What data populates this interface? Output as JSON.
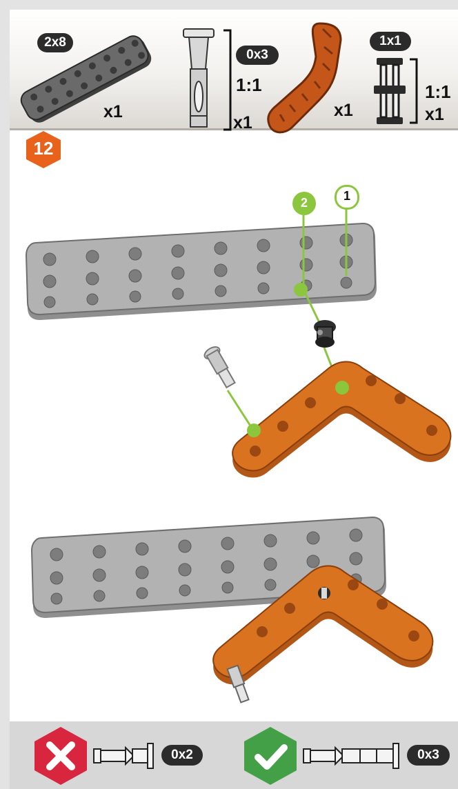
{
  "header": {
    "parts": [
      {
        "badge": "2x8",
        "qty": "x1"
      },
      {
        "badge": "0x3",
        "scale": "1:1",
        "qty": "x1"
      },
      {
        "qty": "x1"
      },
      {
        "badge": "1x1",
        "scale": "1:1",
        "qty": "x1"
      }
    ]
  },
  "step": {
    "number": "12",
    "callouts": [
      "2",
      "1"
    ]
  },
  "footer": {
    "wrong_label": "0x2",
    "right_label": "0x3"
  },
  "colors": {
    "step_orange": "#e8621c",
    "callout_green": "#8cc63f",
    "plate_gray": "#a9a9a9",
    "beam_orange": "#c8661d",
    "wrong_red": "#d7263d",
    "right_green": "#43a047"
  }
}
